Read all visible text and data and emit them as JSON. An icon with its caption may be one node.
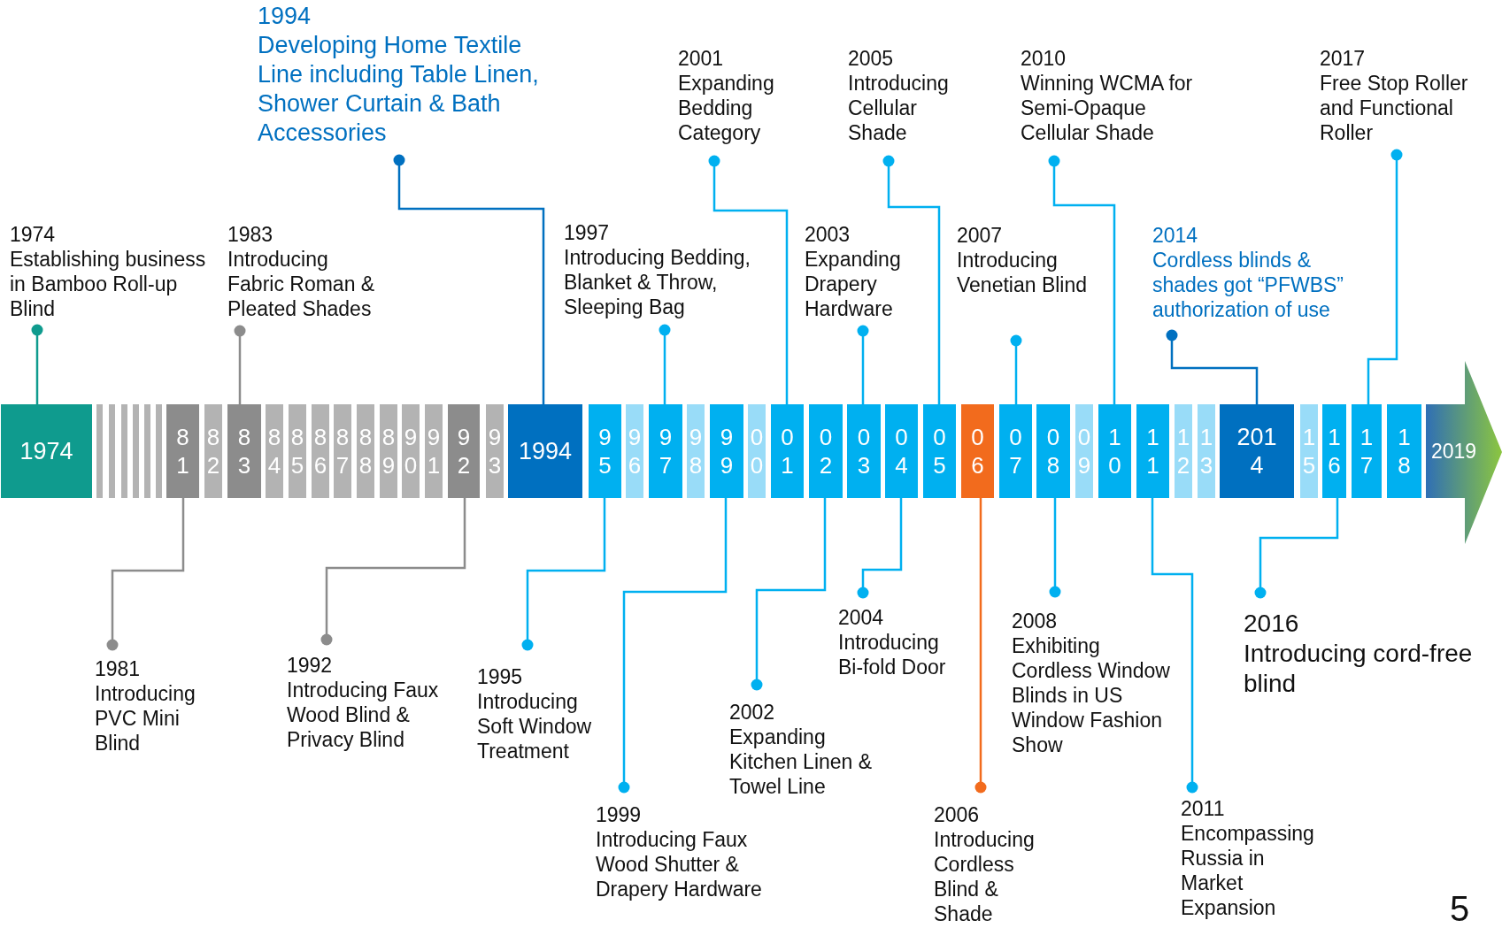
{
  "diagram": {
    "nodes": [
      {
        "text": [
          "1974"
        ]
      },
      {
        "text": [],
        "shape": "bar"
      },
      {
        "text": [],
        "shape": "bar"
      },
      {
        "text": [],
        "shape": "bar"
      },
      {
        "text": [],
        "shape": "bar"
      },
      {
        "text": [],
        "shape": "bar"
      },
      {
        "text": [],
        "shape": "bar"
      },
      {
        "text": [
          "8 1"
        ]
      },
      {
        "text": [
          "8 2"
        ]
      },
      {
        "text": [
          "8 3"
        ]
      },
      {
        "text": [
          "8 4"
        ]
      },
      {
        "text": [
          "8 5"
        ]
      },
      {
        "text": [
          "8 6"
        ]
      },
      {
        "text": [
          "8 7"
        ]
      },
      {
        "text": [
          "8 8"
        ]
      },
      {
        "text": [
          "8 9"
        ]
      },
      {
        "text": [
          "9 0"
        ]
      },
      {
        "text": [
          "9 1"
        ]
      },
      {
        "text": [
          "9 2"
        ]
      },
      {
        "text": [
          "9 3"
        ]
      },
      {
        "text": [
          "1994"
        ]
      },
      {
        "text": [
          "9 5"
        ]
      },
      {
        "text": [
          "9 6"
        ]
      },
      {
        "text": [
          "9 7"
        ]
      },
      {
        "text": [
          "9 8"
        ]
      },
      {
        "text": [
          "9 9"
        ]
      },
      {
        "text": [
          "0 0"
        ]
      },
      {
        "text": [
          "0 1"
        ]
      },
      {
        "text": [
          "0 2"
        ]
      },
      {
        "text": [
          "0 3"
        ]
      },
      {
        "text": [
          "0 4"
        ]
      },
      {
        "text": [
          "0 5"
        ]
      },
      {
        "text": [
          "0 6"
        ]
      },
      {
        "text": [
          "0 7"
        ]
      },
      {
        "text": [
          "0 8"
        ]
      },
      {
        "text": [
          "0 9"
        ]
      },
      {
        "text": [
          "1 0"
        ]
      },
      {
        "text": [
          "1 1"
        ]
      },
      {
        "text": [
          "1 2"
        ]
      },
      {
        "text": [
          "1 3"
        ]
      },
      {
        "text": [
          "201 4"
        ]
      },
      {
        "text": [
          "1 5"
        ]
      },
      {
        "text": [
          "1 6"
        ]
      },
      {
        "text": [
          "1 7"
        ]
      },
      {
        "text": [
          "1 8"
        ]
      },
      {
        "text": [
          "2019"
        ]
      },
      {
        "text": [
          "1974",
          "Establishing business in Bamboo Roll-up Blind"
        ]
      },
      {
        "text": [
          "1981",
          "Introducing PVC Mini Blind"
        ]
      },
      {
        "text": [
          "1983",
          "Introducing Fabric Roman & Pleated Shades"
        ]
      },
      {
        "text": [
          "1992",
          "Introducing Faux Wood Blind & Privacy Blind"
        ]
      },
      {
        "text": [
          "1994",
          "Developing Home Textile Line including Table Linen, Shower Curtain & Bath Accessories"
        ]
      },
      {
        "text": [
          "1995",
          "Introducing Soft Window Treatment"
        ]
      },
      {
        "text": [
          "1997",
          "Introducing Bedding, Blanket & Throw, Sleeping Bag"
        ]
      },
      {
        "text": [
          "1999",
          "Introducing Faux Wood Shutter & Drapery Hardware"
        ]
      },
      {
        "text": [
          "2001",
          "Expanding Bedding Category"
        ]
      },
      {
        "text": [
          "2002",
          "Expanding Kitchen Linen & Towel Line"
        ]
      },
      {
        "text": [
          "2003",
          "Expanding Drapery Hardware"
        ]
      },
      {
        "text": [
          "2004",
          "Introducing Bi-fold Door"
        ]
      },
      {
        "text": [
          "2005",
          "Introducing Cellular Shade"
        ]
      },
      {
        "text": [
          "2006",
          "Introducing Cordless Blind & Shade"
        ]
      },
      {
        "text": [
          "2007",
          "Introducing Venetian Blind"
        ]
      },
      {
        "text": [
          "2008",
          "Exhibiting Cordless Window Blinds in US Window Fashion Show"
        ]
      },
      {
        "text": [
          "2010",
          "Winning WCMA for Semi-Opaque Cellular Shade"
        ]
      },
      {
        "text": [
          "2011",
          "Encompassing Russia in Market Expansion"
        ]
      },
      {
        "text": [
          "2014",
          "Cordless blinds & shades got “PFWBS” authorization of use"
        ]
      },
      {
        "text": [
          "2016",
          "Introducing cord-free blind"
        ]
      },
      {
        "text": [
          "2017",
          "Free Stop Roller and Functional Roller"
        ]
      }
    ],
    "edges": [
      {
        "from": 46,
        "to": 0,
        "arrow": "other",
        "color": "#0f9b8e"
      },
      {
        "from": 47,
        "to": 7,
        "arrow": "other",
        "color": "#8c8c8c"
      },
      {
        "from": 48,
        "to": 9,
        "arrow": "other",
        "color": "#8c8c8c"
      },
      {
        "from": 49,
        "to": 18,
        "arrow": "other",
        "color": "#8c8c8c"
      },
      {
        "from": 50,
        "to": 20,
        "arrow": "other",
        "color": "#0070c0"
      },
      {
        "from": 51,
        "to": 21,
        "arrow": "other"
      },
      {
        "from": 52,
        "to": 23,
        "arrow": "other"
      },
      {
        "from": 53,
        "to": 25,
        "arrow": "other"
      },
      {
        "from": 54,
        "to": 27,
        "arrow": "other"
      },
      {
        "from": 55,
        "to": 28,
        "arrow": "other"
      },
      {
        "from": 56,
        "to": 29,
        "arrow": "other"
      },
      {
        "from": 57,
        "to": 30,
        "arrow": "other"
      },
      {
        "from": 58,
        "to": 31,
        "arrow": "other"
      },
      {
        "from": 59,
        "to": 32,
        "arrow": "other",
        "color": "#f26b1d"
      },
      {
        "from": 60,
        "to": 33,
        "arrow": "other"
      },
      {
        "from": 61,
        "to": 34,
        "arrow": "other"
      },
      {
        "from": 62,
        "to": 36,
        "arrow": "other"
      },
      {
        "from": 63,
        "to": 37,
        "arrow": "other"
      },
      {
        "from": 64,
        "to": 40,
        "arrow": "other",
        "color": "#0070c0"
      },
      {
        "from": 65,
        "to": 42,
        "arrow": "other"
      },
      {
        "from": 66,
        "to": 43,
        "arrow": "other"
      }
    ],
    "labels": [
      "5"
    ]
  }
}
